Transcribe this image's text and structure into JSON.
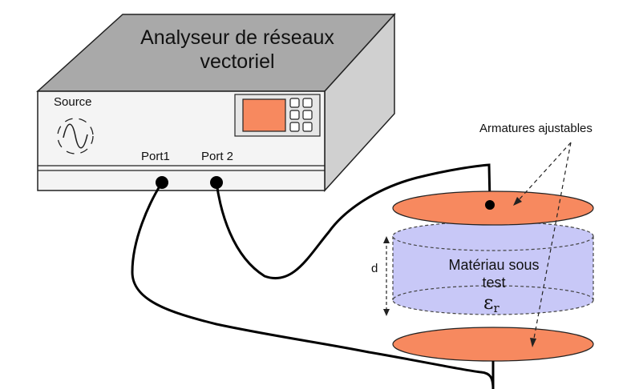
{
  "device": {
    "title_line1": "Analyseur de réseaux",
    "title_line2": "vectoriel",
    "source_label": "Source",
    "port1_label": "Port1",
    "port2_label": "Port 2"
  },
  "sample": {
    "electrodes_label": "Armatures ajustables",
    "material_line1": "Matériau sous",
    "material_line2": "test",
    "permittivity_symbol": "ε",
    "permittivity_subscript": "r",
    "thickness_label": "d"
  },
  "colors": {
    "device_top": "#a9a9a9",
    "device_front": "#f4f4f4",
    "device_side": "#d0d0d0",
    "screen": "#f7895f",
    "electrode": "#f7895f",
    "material": "#c8c8f7",
    "cable": "#000000"
  }
}
